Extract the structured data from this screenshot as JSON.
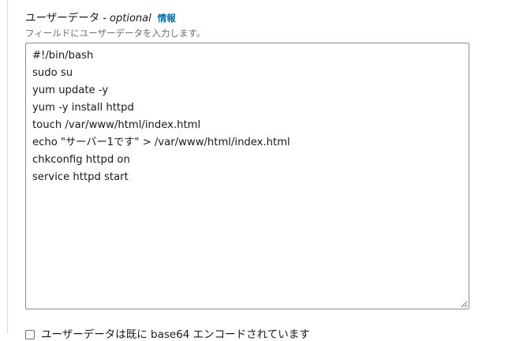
{
  "user_data": {
    "label": "ユーザーデータ",
    "optional": "- optional",
    "info_link": "情報",
    "description": "フィールドにユーザーデータを入力します。",
    "lines": [
      "#!/bin/bash",
      "sudo su",
      "yum update -y",
      "yum -y install httpd",
      "touch /var/www/html/index.html",
      "echo \"サーバー1です\" > /var/www/html/index.html",
      "chkconfig httpd on",
      "service httpd start"
    ]
  },
  "base64_checkbox": {
    "label": "ユーザーデータは既に base64 エンコードされています",
    "checked": false
  },
  "colors": {
    "link": "#0073bb",
    "description": "#687078",
    "border": "#8a8f96"
  }
}
